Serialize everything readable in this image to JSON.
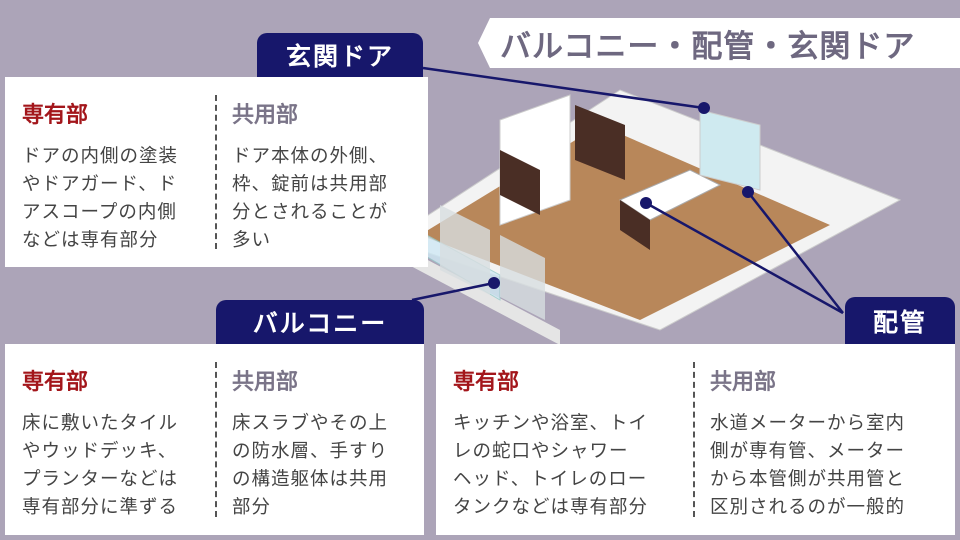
{
  "title": "バルコニー・配管・玄関ドア",
  "sections": [
    {
      "label": "玄関ドア",
      "private_heading": "専有部",
      "private_text": "ドアの内側の塗装\nやドアガード、ド\nアスコープの内側\nなどは専有部分",
      "common_heading": "共用部",
      "common_text": "ドア本体の外側、\n枠、錠前は共用部\n分とされることが\n多い"
    },
    {
      "label": "バルコニー",
      "private_heading": "専有部",
      "private_text": "床に敷いたタイル\nやウッドデッキ、\nプランターなどは\n専有部分に準ずる",
      "common_heading": "共用部",
      "common_text": "床スラブやその上\nの防水層、手すり\nの構造躯体は共用\n部分"
    },
    {
      "label": "配管",
      "private_heading": "専有部",
      "private_text": "キッチンや浴室、トイ\nレの蛇口やシャワー\nヘッド、トイレのロー\nタンクなどは専有部分",
      "common_heading": "共用部",
      "common_text": "水道メーターから室内\n側が専有管、メーター\nから本管側が共用管と\n区別されるのが一般的"
    }
  ],
  "colors": {
    "navy": "#17176b",
    "red": "#a3161b",
    "background": "#aca4b8"
  }
}
